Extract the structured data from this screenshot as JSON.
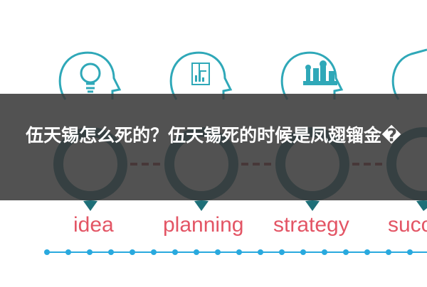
{
  "colors": {
    "teal": "#2fa8b8",
    "dark_teal": "#1e6f78",
    "step_text": "#e35565",
    "dash_red": "#a6262f",
    "overlay": "#3a3a3a",
    "dot_blue": "#29a9de"
  },
  "infographic": {
    "steps": [
      {
        "icon": "lightbulb-icon",
        "word": "idea"
      },
      {
        "icon": "document-chart-icon",
        "word": "planning"
      },
      {
        "icon": "chess-pieces-icon",
        "word": "strategy"
      },
      {
        "icon": "head-profile-icon",
        "word": "succ"
      }
    ]
  },
  "banner": {
    "title": "伍天锡怎么死的？伍天锡死的时候是凤翅镏金�"
  }
}
